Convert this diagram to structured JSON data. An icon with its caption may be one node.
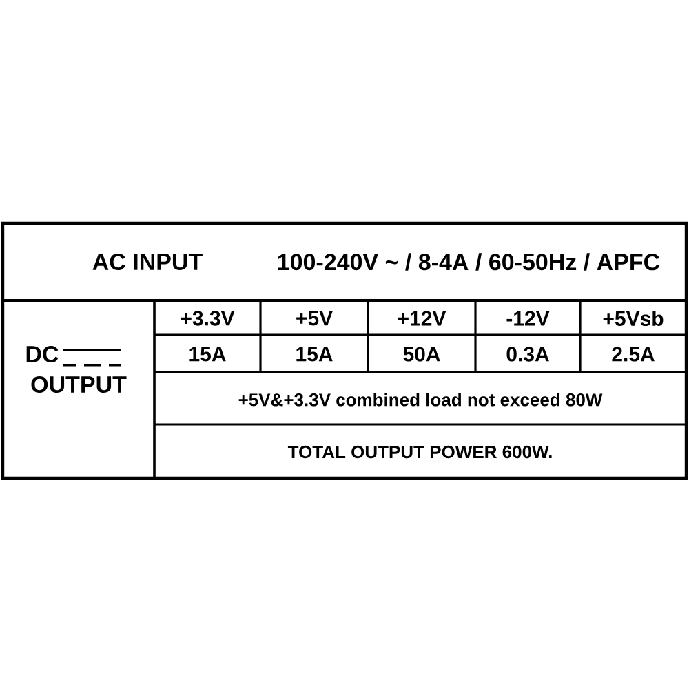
{
  "diagram": {
    "labels": [
      "AC INPUT",
      "100-240V ~ / 8-4A / 60-50Hz / APFC",
      "DC",
      "OUTPUT",
      "+3.3V",
      "+5V",
      "+12V",
      "-12V",
      "+5Vsb",
      "15A",
      "15A",
      "50A",
      "0.3A",
      "2.5A",
      "+5V&+3.3V combined load not exceed 80W",
      "TOTAL OUTPUT POWER 600W."
    ]
  }
}
